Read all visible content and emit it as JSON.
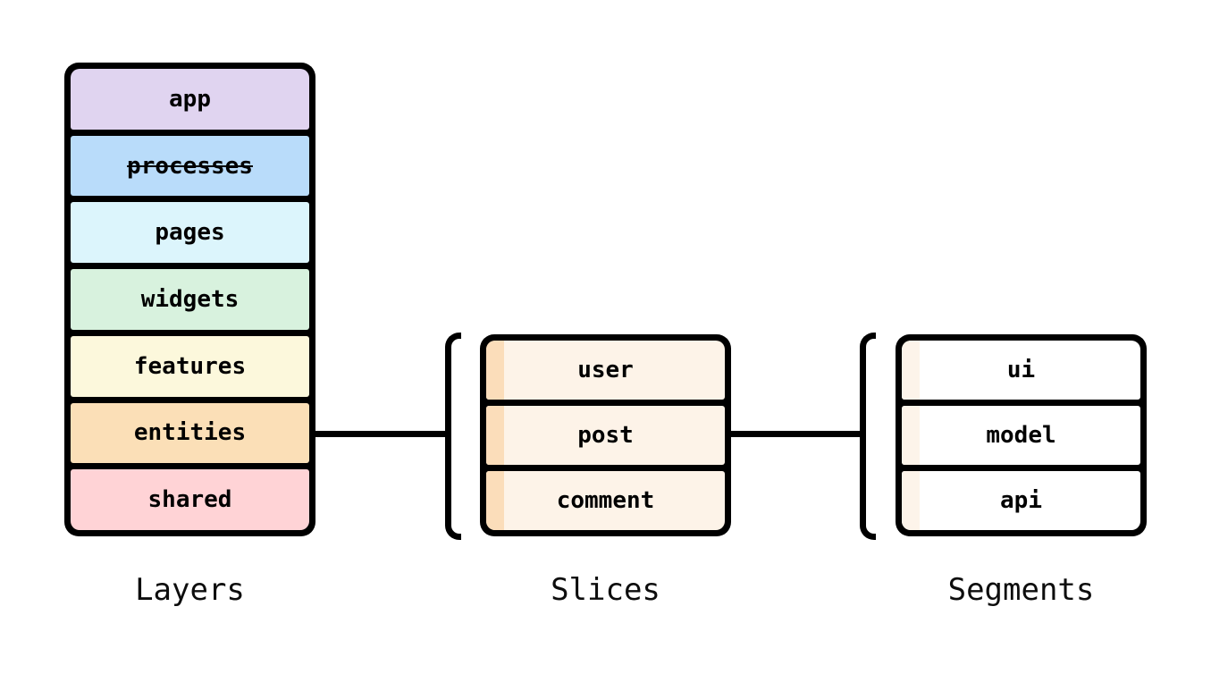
{
  "canvas": {
    "background": "#ffffff",
    "line_color": "#000000",
    "text_color": "#000000"
  },
  "groups": [
    {
      "id": "layers",
      "caption": "Layers",
      "has_bracket": false,
      "items": [
        {
          "label": "app",
          "color": "#e0d4f0"
        },
        {
          "label": "processes",
          "color": "#b9dcfa",
          "deprecated": true
        },
        {
          "label": "pages",
          "color": "#dcf5fc"
        },
        {
          "label": "widgets",
          "color": "#d8f2de"
        },
        {
          "label": "features",
          "color": "#fcf8dc"
        },
        {
          "label": "entities",
          "color": "#fbdfb7"
        },
        {
          "label": "shared",
          "color": "#ffd3d6"
        }
      ]
    },
    {
      "id": "slices",
      "caption": "Slices",
      "has_bracket": true,
      "row_color": "#fdf3e8",
      "strip_color": "#fbddba",
      "items": [
        {
          "label": "user"
        },
        {
          "label": "post"
        },
        {
          "label": "comment"
        }
      ]
    },
    {
      "id": "segments",
      "caption": "Segments",
      "has_bracket": true,
      "row_color": "#ffffff",
      "strip_color": "#fdf4ea",
      "items": [
        {
          "label": "ui"
        },
        {
          "label": "model"
        },
        {
          "label": "api"
        }
      ]
    }
  ],
  "connectors": [
    {
      "from": "entities",
      "to": "slices"
    },
    {
      "from": "slices",
      "to": "segments"
    }
  ]
}
